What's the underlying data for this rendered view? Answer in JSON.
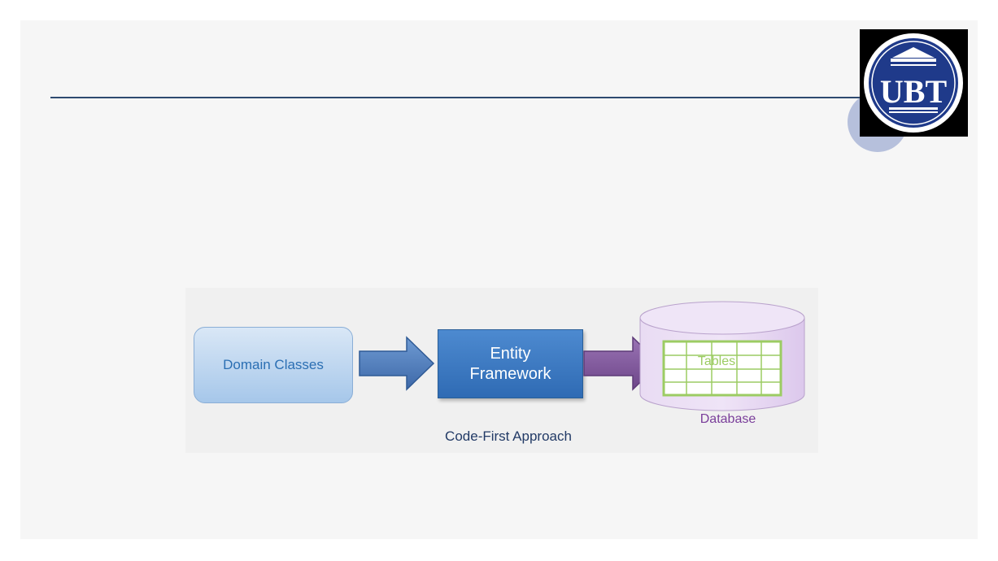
{
  "logo": {
    "text": "UBT"
  },
  "diagram": {
    "domain_classes": "Domain Classes",
    "entity_framework": "Entity\nFramework",
    "tables": "Tables",
    "database": "Database",
    "caption": "Code-First Approach"
  },
  "colors": {
    "title_rule": "#2e4a70",
    "domain_box": "#a6c7ea",
    "entity_framework_box": "#2f6bb4",
    "arrow_blue": "#4472b0",
    "arrow_purple": "#7e5698",
    "database": "#e6d6f1",
    "tables_grid": "#9ccc63"
  },
  "icons": {
    "logo": "building-columns-seal",
    "arrow_1": "right-arrow",
    "arrow_2": "right-arrow",
    "database": "database-cylinder"
  }
}
